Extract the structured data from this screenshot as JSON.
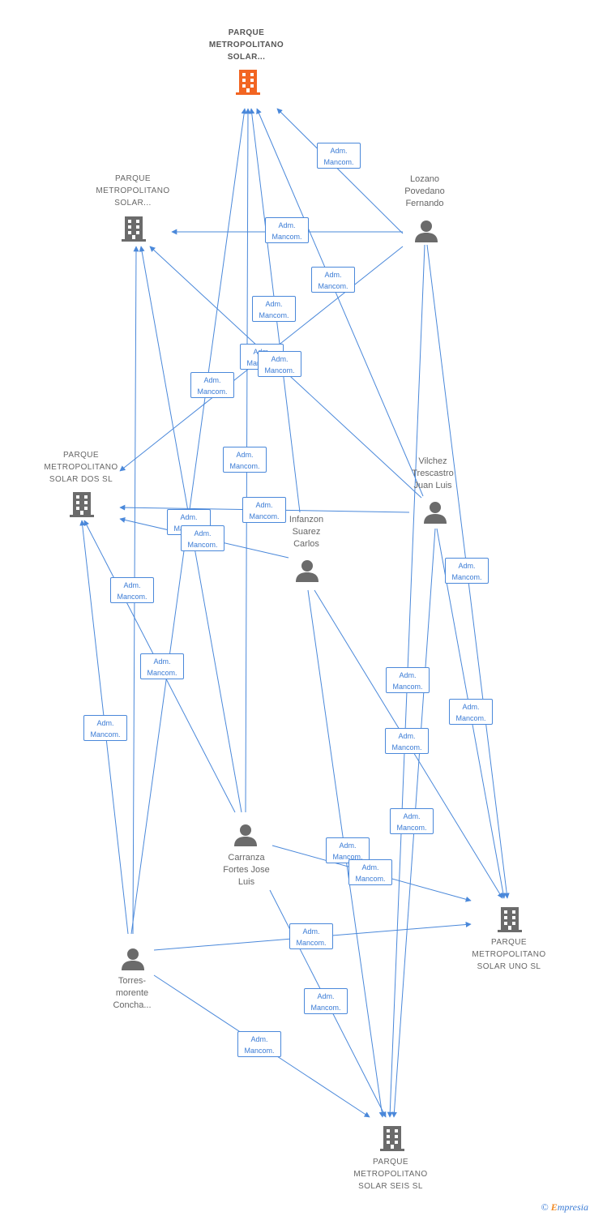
{
  "colors": {
    "edge": "#4a88da",
    "focus_company": "#f26522",
    "company": "#6b6b6b",
    "person": "#6b6b6b"
  },
  "nodes": {
    "pms_main": {
      "label": "PARQUE\nMETROPOLITANO\nSOLAR...",
      "kind": "company",
      "icon": "building-icon"
    },
    "pms_solar": {
      "label": "PARQUE\nMETROPOLITANO\nSOLAR...",
      "kind": "company",
      "icon": "building-icon"
    },
    "pms_dos": {
      "label": "PARQUE\nMETROPOLITANO\nSOLAR DOS SL",
      "kind": "company",
      "icon": "building-icon"
    },
    "pms_uno": {
      "label": "PARQUE\nMETROPOLITANO\nSOLAR UNO SL",
      "kind": "company",
      "icon": "building-icon"
    },
    "pms_seis": {
      "label": "PARQUE\nMETROPOLITANO\nSOLAR SEIS SL",
      "kind": "company",
      "icon": "building-icon"
    },
    "lozano": {
      "label": "Lozano\nPovedano\nFernando",
      "kind": "person",
      "icon": "person-icon"
    },
    "vilchez": {
      "label": "Vilchez\nTrescastro\nJuan Luis",
      "kind": "person",
      "icon": "person-icon"
    },
    "infanzon": {
      "label": "Infanzon\nSuarez\nCarlos",
      "kind": "person",
      "icon": "person-icon"
    },
    "carranza": {
      "label": "Carranza\nFortes Jose\nLuis",
      "kind": "person",
      "icon": "person-icon"
    },
    "torres": {
      "label": "Torres-\nmorente\nConcha...",
      "kind": "person",
      "icon": "person-icon"
    }
  },
  "edge_label": "Adm.\nMancom.",
  "footer": {
    "copyright": "©",
    "brand_initial": "E",
    "brand_rest": "mpresia"
  }
}
